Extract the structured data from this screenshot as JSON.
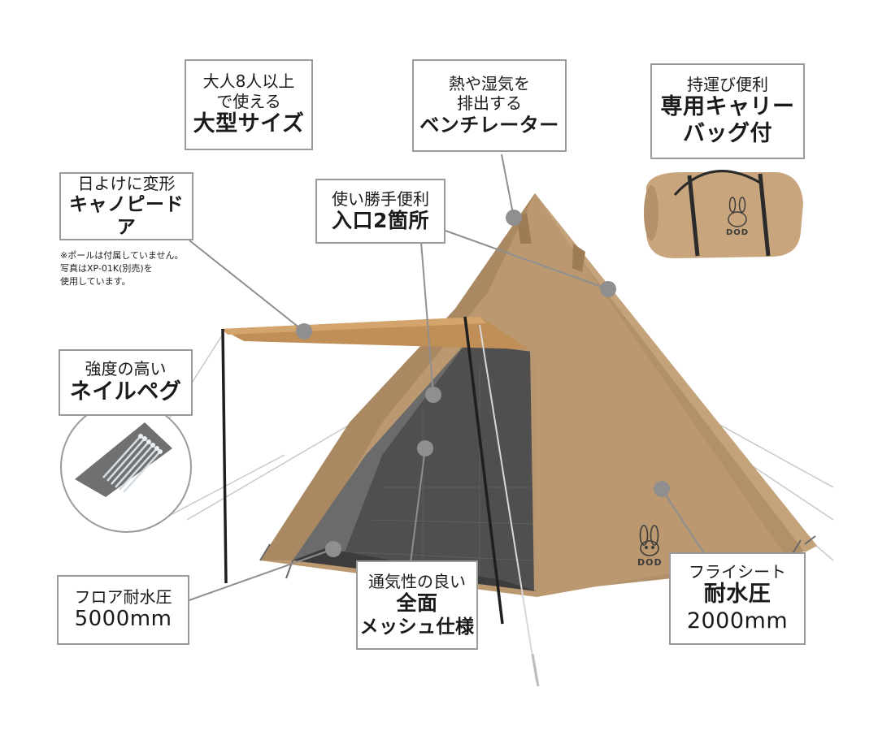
{
  "features": {
    "large_size": {
      "line1": "大人8人以上",
      "line2": "で使える",
      "line3": "大型サイズ"
    },
    "ventilator": {
      "line1": "熱や湿気を",
      "line2": "排出する",
      "line3": "ベンチレーター"
    },
    "carry_bag": {
      "line1": "持運び便利",
      "line2": "専用キャリー",
      "line3": "バッグ付"
    },
    "canopy": {
      "line1": "日よけに変形",
      "line2": "キャノピードア"
    },
    "canopy_note": {
      "line1": "※ポールは付属していません。",
      "line2": "写真はXP-01K(別売)を",
      "line3": "使用しています。"
    },
    "entrance": {
      "line1": "使い勝手便利",
      "line2": "入口2箇所"
    },
    "peg": {
      "line1": "強度の高い",
      "line2": "ネイルペグ"
    },
    "floor": {
      "line1": "フロア耐水圧",
      "line2": "5000mm"
    },
    "mesh": {
      "line1": "通気性の良い",
      "line2": "全面",
      "line3": "メッシュ仕様"
    },
    "fly": {
      "line1": "フライシート",
      "line2": "耐水圧",
      "line3": "2000mm"
    }
  },
  "brand": {
    "logo_text": "DOD"
  },
  "colors": {
    "tent": "#b7946a",
    "tent_shade": "#a07e58",
    "mesh": "#4e4e4e",
    "pointer": "#8f8f8f",
    "border": "#9a9a9a"
  }
}
